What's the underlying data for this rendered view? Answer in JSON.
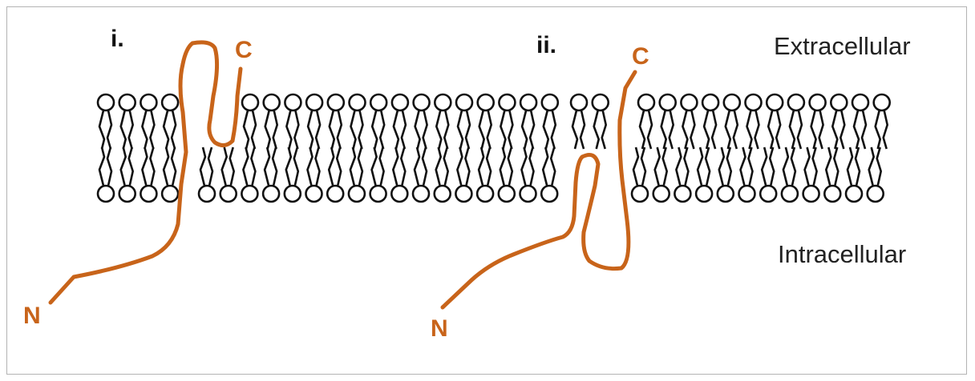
{
  "labels": {
    "panel_i": "i.",
    "panel_ii": "ii.",
    "extracellular": "Extracellular",
    "intracellular": "Intracellular",
    "c_terminus": "C",
    "n_terminus": "N"
  },
  "colors": {
    "protein": "#c8641a",
    "membrane": "#111111",
    "frame": "#b3b3b3",
    "text": "#222222"
  },
  "membrane": {
    "structure": "lipid bilayer",
    "head_shape": "circle"
  },
  "proteins": [
    {
      "panel": "i",
      "topology": "N-terminus intracellular, C-terminus extracellular, single re-entrant hairpin through outer leaflet"
    },
    {
      "panel": "ii",
      "topology": "N-terminus intracellular, C-terminus extracellular, re-entrant loop through inner leaflet"
    }
  ]
}
